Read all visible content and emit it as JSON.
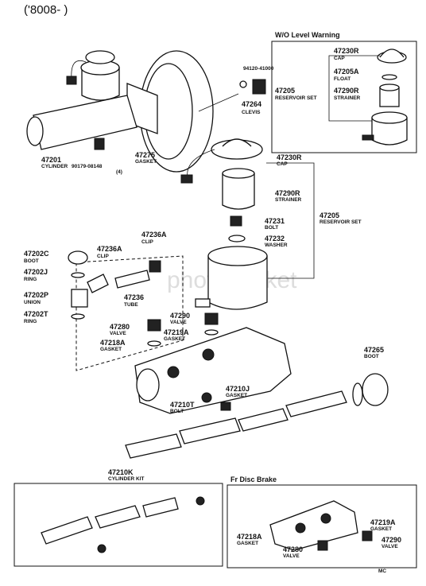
{
  "header": {
    "date_code": "('8008-      )"
  },
  "inset_level_warning": {
    "title": "W/O Level Warning",
    "labels": [
      {
        "num": "47230R",
        "name": "CAP"
      },
      {
        "num": "47205A",
        "name": "FLOAT"
      },
      {
        "num": "47205",
        "name": "RESERVOIR SET"
      },
      {
        "num": "47290R",
        "name": "STRAINER"
      }
    ]
  },
  "main_labels": {
    "clevis_nut": "94120-41000",
    "clevis_num": "47264",
    "clevis_name": "CLEVIS",
    "cylinder_num": "47201",
    "cylinder_name": "CYLINDER",
    "bolt_num": "90179-08148",
    "bolt_qty": "(4)",
    "gasket_top_num": "47275",
    "gasket_top_name": "GASKET",
    "cap_num": "47230R",
    "cap_name": "CAP",
    "strainer_num": "47290R",
    "strainer_name": "STRAINER",
    "bolt2_num": "47231",
    "bolt2_name": "BOLT",
    "washer_num": "47232",
    "washer_name": "WASHER",
    "resset_num": "47205",
    "resset_name": "RESERVOIR SET",
    "boot_num": "47202C",
    "boot_name": "BOOT",
    "ring_num": "47202J",
    "ring_name": "RING",
    "union_num": "47202P",
    "union_name": "UNION",
    "ring2_num": "47202T",
    "ring2_name": "RING",
    "clip_num": "47236A",
    "clip_name": "CLIP",
    "clip2_num": "47236A",
    "clip2_name": "CLIP",
    "tube_num": "47236",
    "tube_name": "TUBE",
    "valve_num": "47280",
    "valve_name": "VALVE",
    "gasket_num": "47218A",
    "gasket_name": "GASKET",
    "valve2_num": "47290",
    "valve2_name": "VALVE",
    "gasket2_num": "47219A",
    "gasket2_name": "GASKET",
    "boot2_num": "47265",
    "boot2_name": "BOOT",
    "gasket3_num": "47210J",
    "gasket3_name": "GASKET",
    "bolt3_num": "47210T",
    "bolt3_name": "BOLT"
  },
  "kit_box": {
    "num": "47210K",
    "name": "CYLINDER KIT"
  },
  "disc_box": {
    "title": "Fr Disc Brake",
    "labels": [
      {
        "num": "47219A",
        "name": "GASKET"
      },
      {
        "num": "47290",
        "name": "VALVE"
      },
      {
        "num": "47218A",
        "name": "GASKET"
      },
      {
        "num": "47280",
        "name": "VALVE"
      }
    ],
    "footer": "MC"
  },
  "watermark": "photobucket"
}
